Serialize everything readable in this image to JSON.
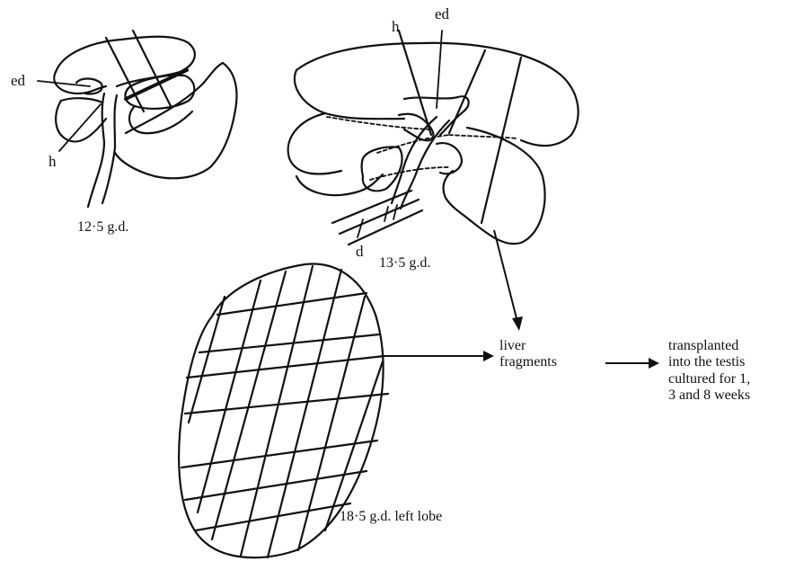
{
  "labels": {
    "ed_left": "ed",
    "h_left": "h",
    "ed_right": "ed",
    "h_right": "h",
    "d": "d"
  },
  "captions": {
    "stage_12_5": "12·5 g.d.",
    "stage_13_5": "13·5 g.d.",
    "stage_18_5": "18·5 g.d. left lobe"
  },
  "flow": {
    "liver_line1": "liver",
    "liver_line2": "fragments",
    "result_lines": [
      "transplanted",
      "into the testis",
      "cultured for 1,",
      "3 and 8 weeks"
    ]
  }
}
